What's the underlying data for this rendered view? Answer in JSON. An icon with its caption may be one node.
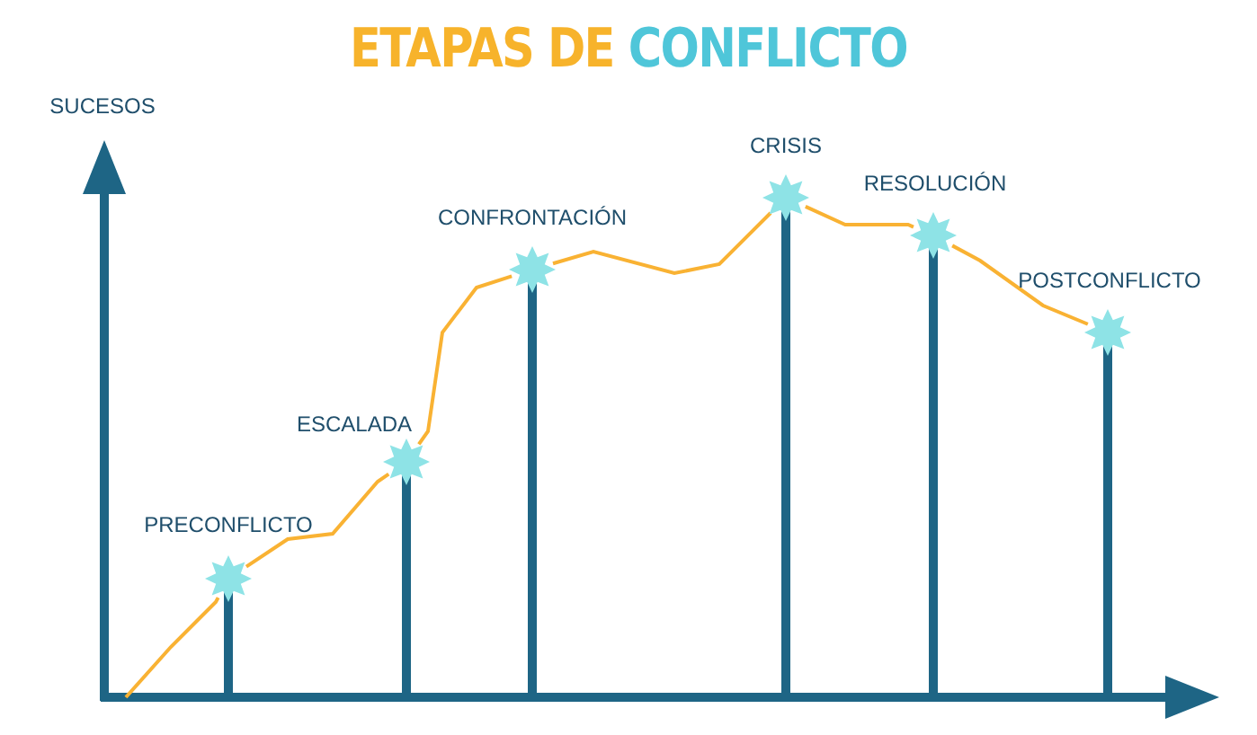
{
  "diagram": {
    "title": "ETAPAS DE CONFLICTO",
    "nodes": [
      {
        "text": [],
        "shape": "star",
        "beside": [
          "PRECONFLICTO"
        ]
      },
      {
        "text": [],
        "shape": "star",
        "beside": [
          "ESCALADA"
        ]
      },
      {
        "text": [],
        "shape": "star",
        "beside": [
          "CONFRONTACIÓN"
        ]
      },
      {
        "text": [],
        "shape": "star",
        "beside": [
          "CRISIS"
        ]
      },
      {
        "text": [],
        "shape": "star",
        "beside": [
          "RESOLUCIÓN"
        ]
      },
      {
        "text": [],
        "shape": "star",
        "beside": [
          "POSTCONFLICTO"
        ]
      }
    ],
    "edges": [
      {
        "from": null,
        "to": 0,
        "arrow": "none"
      },
      {
        "from": 0,
        "to": 1,
        "arrow": "none"
      },
      {
        "from": 1,
        "to": 2,
        "arrow": "none"
      },
      {
        "from": 2,
        "to": 3,
        "arrow": "none"
      },
      {
        "from": 3,
        "to": 4,
        "arrow": "none"
      },
      {
        "from": 4,
        "to": 5,
        "arrow": "none"
      }
    ],
    "labels": [
      "SUCESOS"
    ]
  }
}
